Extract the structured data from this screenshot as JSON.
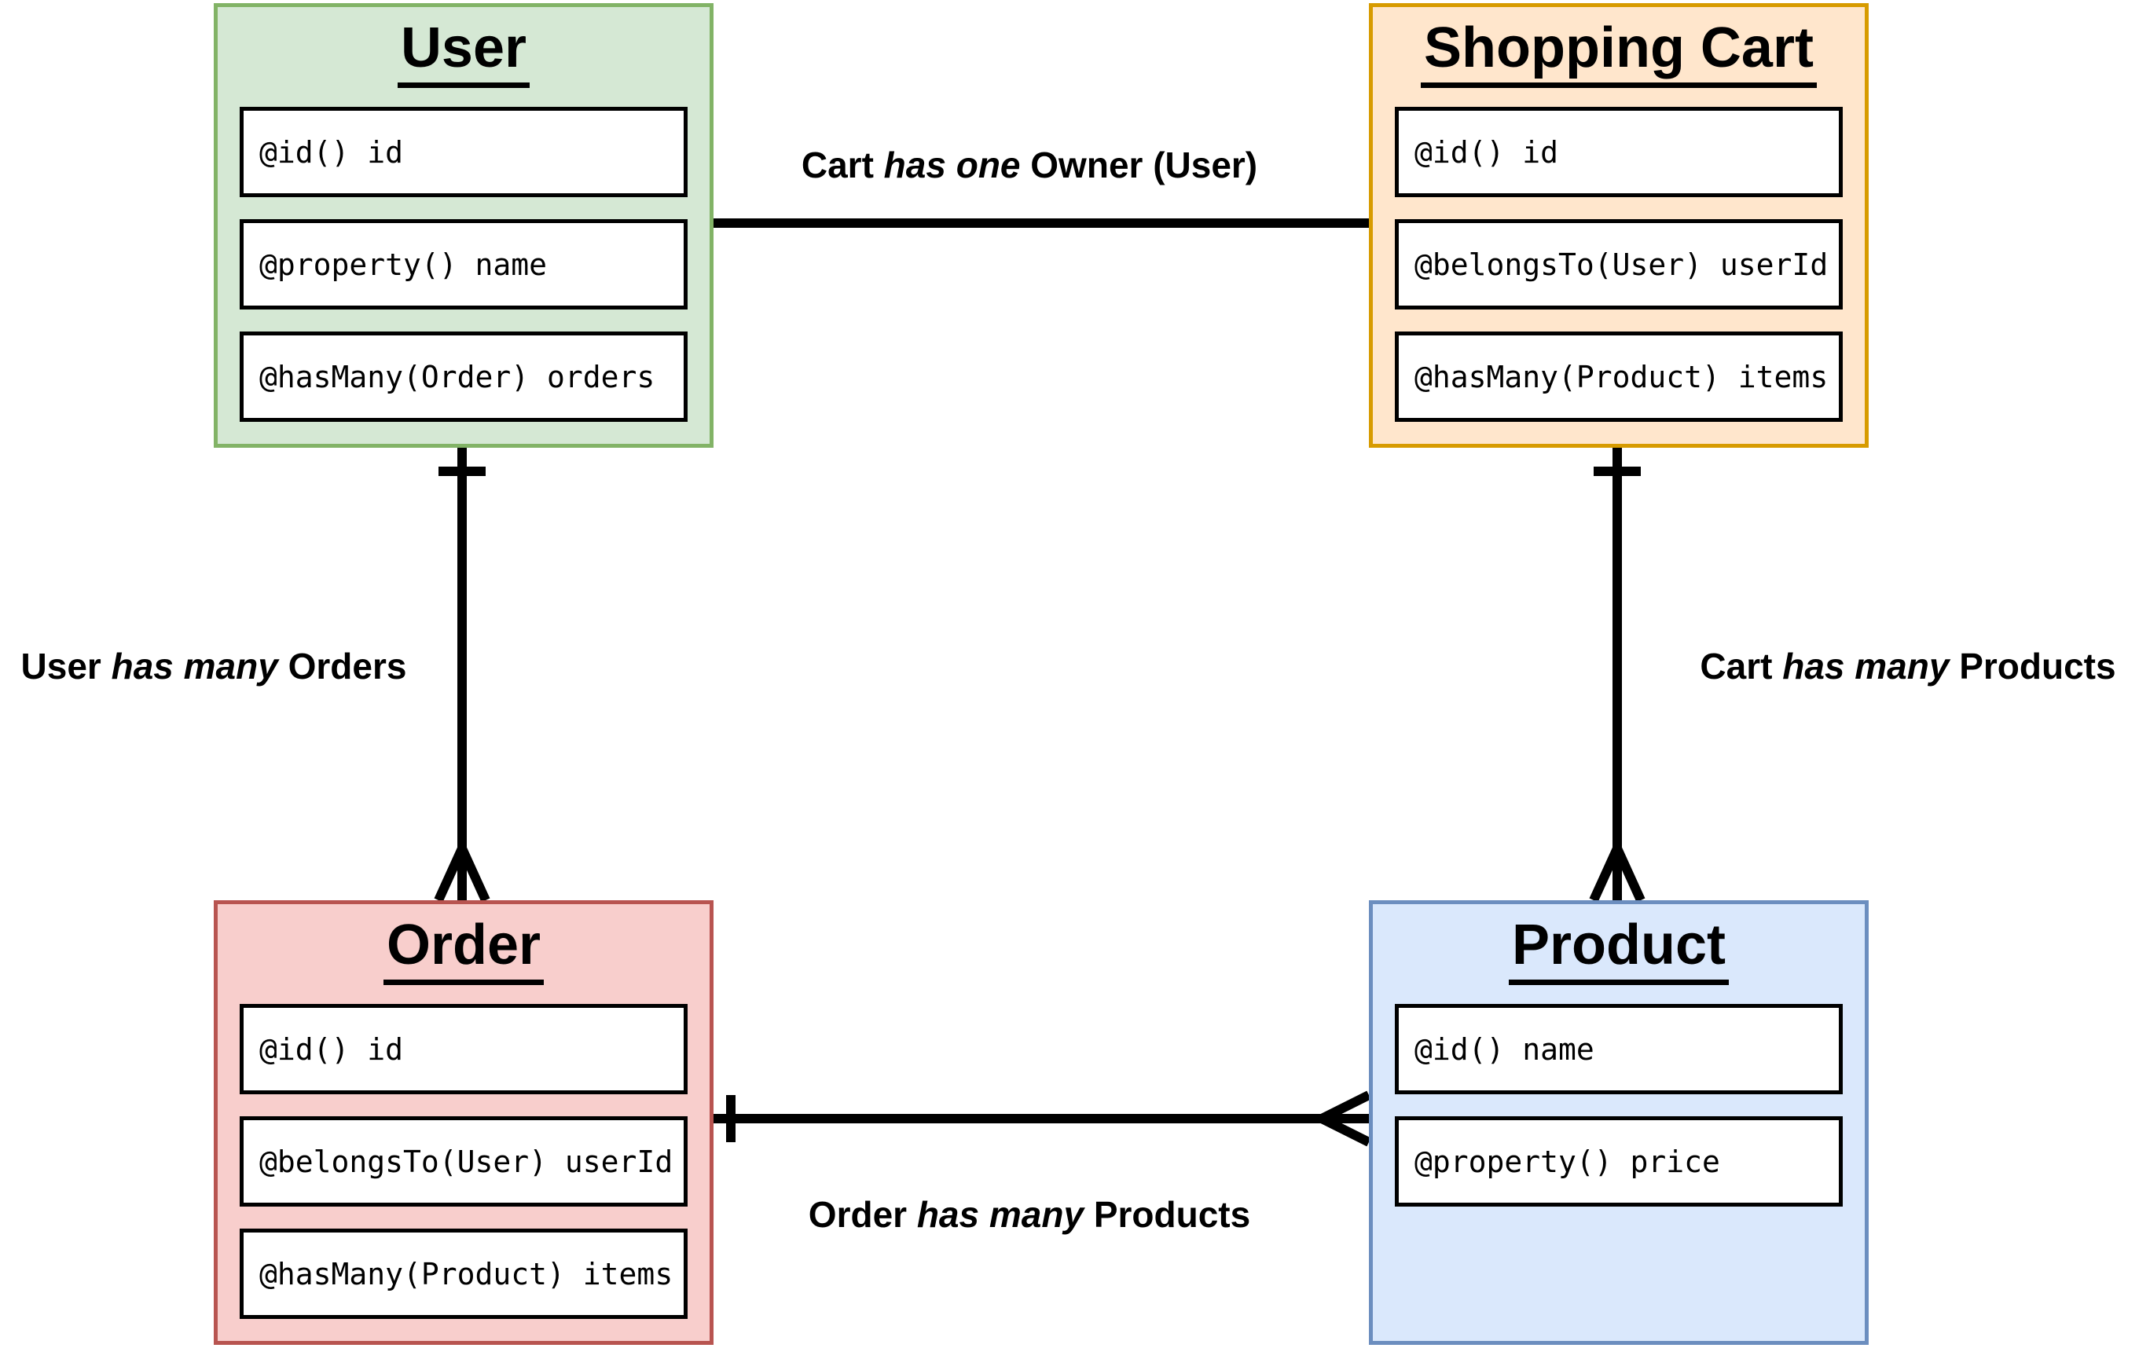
{
  "diagram": {
    "line_color": "#000000",
    "entities": [
      {
        "title": "User",
        "fields": [
          "@id() id",
          "@property() name",
          "@hasMany(Order) orders"
        ],
        "fill": "#d5e8d4",
        "border": "#82b366"
      },
      {
        "title": "Shopping Cart",
        "fields": [
          "@id() id",
          "@belongsTo(User) userId",
          "@hasMany(Product) items"
        ],
        "fill": "#ffe6cc",
        "border": "#d79b00"
      },
      {
        "title": "Order",
        "fields": [
          "@id() id",
          "@belongsTo(User) userId",
          "@hasMany(Product) items"
        ],
        "fill": "#f8cecc",
        "border": "#b85450"
      },
      {
        "title": "Product",
        "fields": [
          "@id() name",
          "@property() price"
        ],
        "fill": "#dae8fc",
        "border": "#6c8ebf"
      }
    ],
    "relationships": [
      {
        "from": "Shopping Cart",
        "to": "User",
        "prefix": "Cart",
        "verb": "has one",
        "suffix": "Owner (User)",
        "cardinality": "one-to-one"
      },
      {
        "from": "User",
        "to": "Order",
        "prefix": "User",
        "verb": "has many",
        "suffix": "Orders",
        "cardinality": "one-to-many"
      },
      {
        "from": "Shopping Cart",
        "to": "Product",
        "prefix": "Cart",
        "verb": "has many",
        "suffix": "Products",
        "cardinality": "one-to-many"
      },
      {
        "from": "Order",
        "to": "Product",
        "prefix": "Order",
        "verb": "has many",
        "suffix": "Products",
        "cardinality": "one-to-many"
      }
    ]
  }
}
